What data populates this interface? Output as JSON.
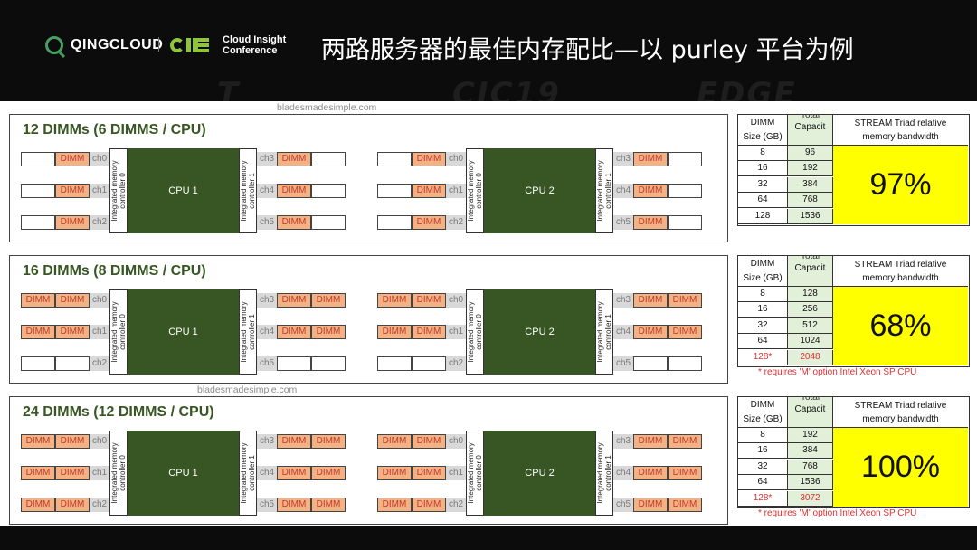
{
  "header": {
    "brand1": "QINGCLOUD",
    "brand2_line1": "Cloud Insight",
    "brand2_line2": "Conference",
    "title": "两路服务器的最佳内存配比—以 purley 平台为例"
  },
  "colors": {
    "cpu": "#375623",
    "dimm": "#f4b183",
    "highlight": "#ffff00",
    "capacity_col": "#e2efd9"
  },
  "diagram_labels": {
    "dimm": "DIMM",
    "channels_left": [
      "ch0",
      "ch1",
      "ch2"
    ],
    "channels_right": [
      "ch3",
      "ch4",
      "ch5"
    ],
    "imc0": "Integrated memory controller 0",
    "imc1": "Integrated memory controller 1",
    "cpu1": "CPU 1",
    "cpu2": "CPU 2",
    "watermark": "bladesmadesimple.com"
  },
  "table_headers": {
    "dimm_size_1": "DIMM",
    "dimm_size_2": "Size (GB)",
    "total_cap_1": "Total",
    "total_cap_2": "Capacit",
    "bandwidth_1": "STREAM Triad relative",
    "bandwidth_2": "memory bandwidth"
  },
  "configs": [
    {
      "heading": "12 DIMMs (6 DIMMS / CPU)",
      "populated_per_channel": [
        1,
        1,
        1
      ],
      "table": {
        "sizes": [
          "8",
          "16",
          "32",
          "64",
          "128"
        ],
        "capacities": [
          "96",
          "192",
          "384",
          "768",
          "1536"
        ],
        "flagged_row": -1,
        "bandwidth": "97%"
      },
      "note": ""
    },
    {
      "heading": "16 DIMMs (8 DIMMS / CPU)",
      "populated_per_channel": [
        2,
        2,
        0
      ],
      "table": {
        "sizes": [
          "8",
          "16",
          "32",
          "64",
          "128*"
        ],
        "capacities": [
          "128",
          "256",
          "512",
          "1024",
          "2048"
        ],
        "flagged_row": 4,
        "bandwidth": "68%"
      },
      "note": "* requires 'M' option Intel Xeon SP CPU"
    },
    {
      "heading": "24 DIMMs (12 DIMMS / CPU)",
      "populated_per_channel": [
        2,
        2,
        2
      ],
      "table": {
        "sizes": [
          "8",
          "16",
          "32",
          "64",
          "128*"
        ],
        "capacities": [
          "192",
          "384",
          "768",
          "1536",
          "3072"
        ],
        "flagged_row": 4,
        "bandwidth": "100%"
      },
      "note": "* requires 'M' option Intel Xeon SP CPU"
    }
  ]
}
